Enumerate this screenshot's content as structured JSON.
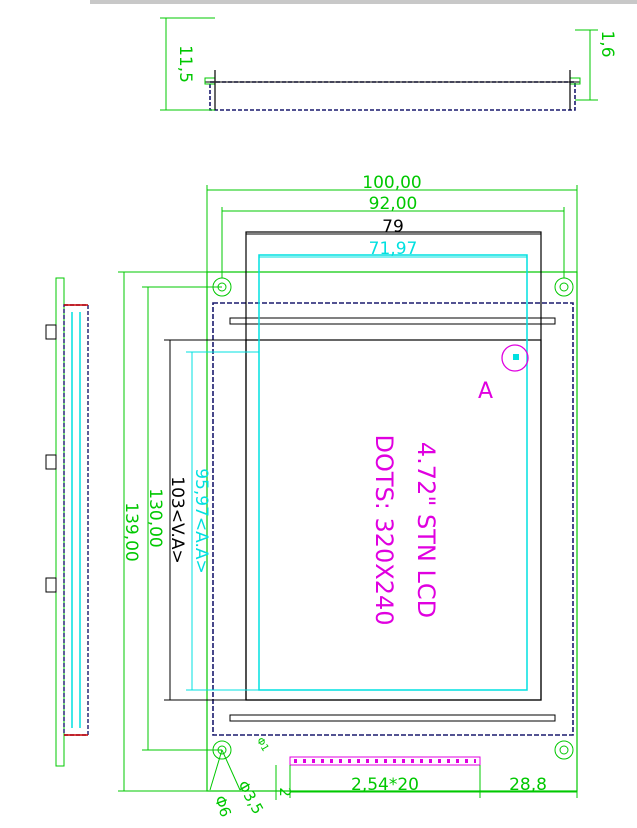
{
  "drawing": {
    "side_height": "11,5",
    "side_thickness": "1,6",
    "outline_width": "100,00",
    "hole_spacing_width": "92,00",
    "viewing_area_width": "79",
    "active_area_width": "71,97",
    "outline_height": "139,00",
    "hole_spacing_height": "130,00",
    "viewing_area_height": "103<V.A>",
    "active_area_height": "95,97<A.A>",
    "detail_label": "A",
    "product_line1": "4.72\" STN LCD",
    "product_line2": "DOTS: 320X240",
    "pin_pitch": "2,54*20",
    "pin_offset": "28,8",
    "hole_outer_dia": "Φ6",
    "hole_inner_dia": "Φ3,5",
    "pin_dim_2": "2",
    "pin_dia": "Φ1"
  },
  "colors": {
    "dimension": "#00c800",
    "active_area": "#00e0e0",
    "outline": "#000000",
    "panel_border": "#1a1a6e",
    "label": "#e000e0"
  }
}
